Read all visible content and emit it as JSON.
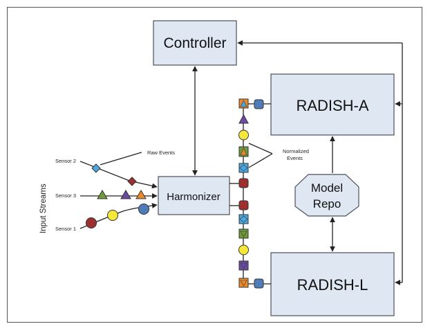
{
  "nodes": {
    "controller": "Controller",
    "radish_a": "RADISH-A",
    "radish_l": "RADISH-L",
    "harmonizer": "Harmonizer",
    "model_repo_line1": "Model",
    "model_repo_line2": "Repo"
  },
  "labels": {
    "input_streams": "Input Streams",
    "sensor_1": "Sensor 1",
    "sensor_2": "Sensor 2",
    "sensor_3": "Sensor 3",
    "raw_events": "Raw Events",
    "normalized_line1": "Normalized",
    "normalized_line2": "Events"
  },
  "colors": {
    "box_fill": "#dfe7f2",
    "orange": "#e8892b",
    "blue": "#4aa8e0",
    "purple": "#6b4aa0",
    "yellow": "#f5e83a",
    "green": "#6f9a3a",
    "dark_red": "#9e2f2f",
    "steel_blue": "#4f7cb8"
  }
}
